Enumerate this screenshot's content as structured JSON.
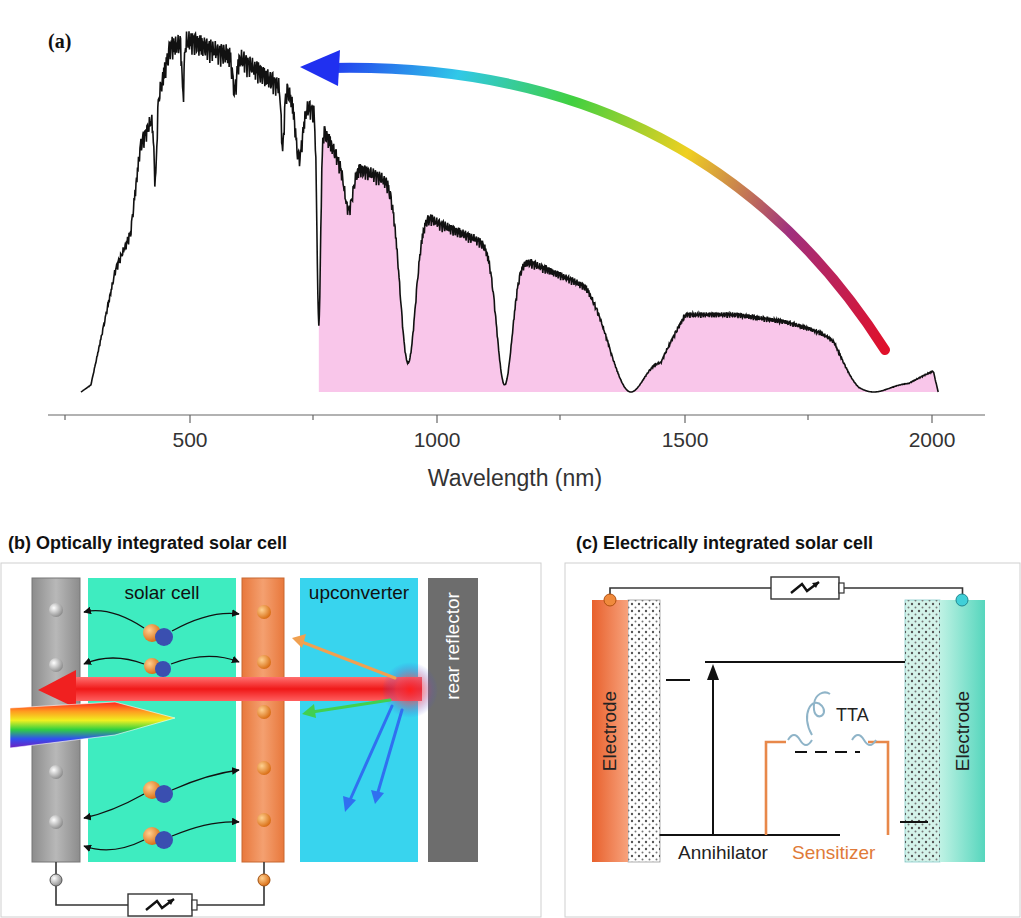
{
  "diagram": {
    "nodes": [
      {
        "text": [
          "solar cell"
        ]
      },
      {
        "text": [
          "upconverter"
        ]
      },
      {
        "text": [
          "rear reflector"
        ]
      },
      {
        "text": [
          "Electrode"
        ]
      },
      {
        "text": [
          "Electrode"
        ]
      }
    ],
    "edges": [
      {
        "from": 3,
        "to": 4,
        "arrow": "none"
      }
    ],
    "labels": [
      "(a)",
      "500",
      "1000",
      "1500",
      "2000",
      "Wavelength (nm)",
      "(b) Optically integrated solar cell",
      "(c) Electrically integrated solar cell",
      "TTA",
      "Annihilator",
      "Sensitizer"
    ]
  }
}
